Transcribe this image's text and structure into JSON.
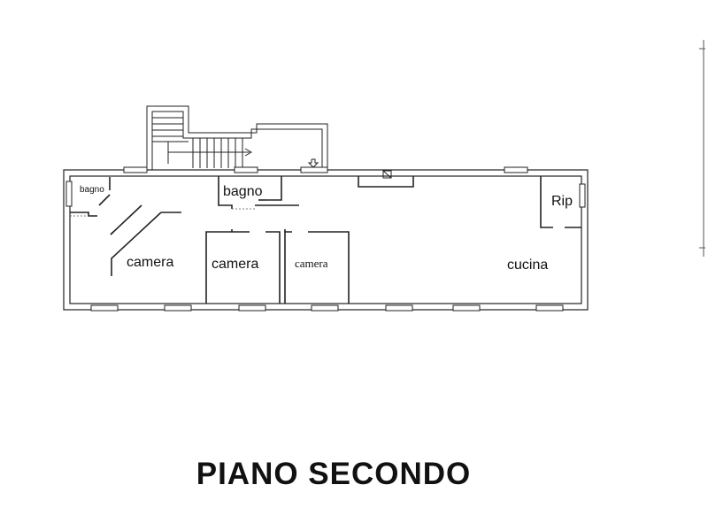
{
  "plan": {
    "floor_title": "PIANO SECONDO",
    "rooms": {
      "bagno_small": "bagno",
      "bagno": "bagno",
      "rip": "Rip",
      "camera_1": "camera",
      "camera_2": "camera",
      "camera_3": "camera",
      "cucina": "cucina"
    }
  }
}
